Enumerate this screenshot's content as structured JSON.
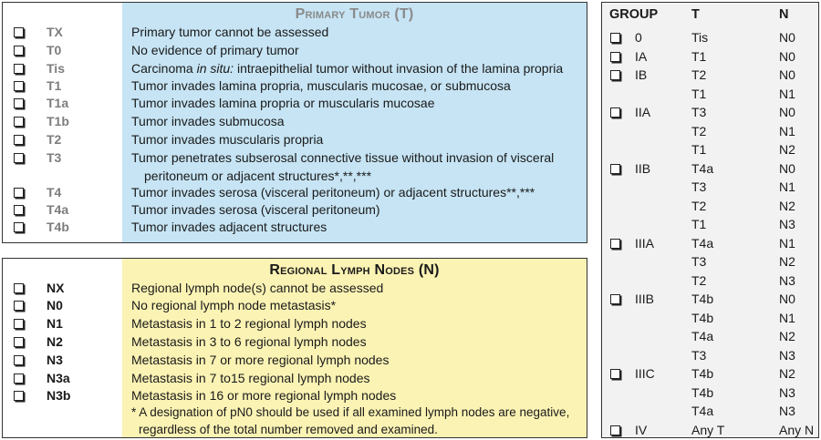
{
  "primary_tumor": {
    "title": "Primary Tumor (T)",
    "rows": [
      {
        "code": "TX",
        "desc": "Primary tumor cannot be assessed"
      },
      {
        "code": "T0",
        "desc": "No evidence of primary tumor"
      },
      {
        "code": "Tis",
        "desc_prefix": "Carcinoma ",
        "desc_em": "in situ:",
        "desc_suffix": " intraepithelial tumor without invasion of the lamina propria"
      },
      {
        "code": "T1",
        "desc": "Tumor invades lamina propria, muscularis mucosae, or submucosa"
      },
      {
        "code": "T1a",
        "desc": "Tumor invades lamina propria or muscularis mucosae"
      },
      {
        "code": "T1b",
        "desc": "Tumor invades submucosa"
      },
      {
        "code": "T2",
        "desc": "Tumor invades muscularis propria"
      },
      {
        "code": "T3",
        "desc": "Tumor penetrates subserosal connective tissue without invasion of visceral",
        "desc2": "peritoneum or adjacent structures*,**,***"
      },
      {
        "code": "T4",
        "desc": "Tumor invades serosa (visceral peritoneum) or adjacent structures**,***"
      },
      {
        "code": "T4a",
        "desc": "Tumor invades serosa (visceral peritoneum)"
      },
      {
        "code": "T4b",
        "desc": "Tumor invades adjacent structures"
      }
    ]
  },
  "regional_nodes": {
    "title": "Regional Lymph Nodes (N)",
    "rows": [
      {
        "code": "NX",
        "desc": "Regional lymph node(s) cannot be assessed"
      },
      {
        "code": "N0",
        "desc": "No regional lymph node metastasis*"
      },
      {
        "code": "N1",
        "desc": "Metastasis in 1 to 2 regional lymph nodes"
      },
      {
        "code": "N2",
        "desc": "Metastasis in 3 to 6 regional lymph nodes"
      },
      {
        "code": "N3",
        "desc": "Metastasis in 7 or more regional lymph nodes"
      },
      {
        "code": "N3a",
        "desc": "Metastasis in 7 to15 regional lymph nodes"
      },
      {
        "code": "N3b",
        "desc": "Metastasis in 16 or more regional lymph nodes"
      }
    ],
    "footnote": "* A designation of pN0 should be used if all examined lymph nodes are negative,",
    "footnote2": "regardless of the total number removed and examined."
  },
  "stage_groups": {
    "headers": {
      "group": "GROUP",
      "t": "T",
      "n": "N"
    },
    "rows": [
      {
        "group": "0",
        "t": "Tis",
        "n": "N0",
        "checkbox": true
      },
      {
        "group": "IA",
        "t": "T1",
        "n": "N0",
        "checkbox": true
      },
      {
        "group": "IB",
        "t": "T2",
        "n": "N0",
        "checkbox": true
      },
      {
        "group": "",
        "t": "T1",
        "n": "N1",
        "checkbox": false
      },
      {
        "group": "IIA",
        "t": "T3",
        "n": "N0",
        "checkbox": true
      },
      {
        "group": "",
        "t": "T2",
        "n": "N1",
        "checkbox": false
      },
      {
        "group": "",
        "t": "T1",
        "n": "N2",
        "checkbox": false
      },
      {
        "group": "IIB",
        "t": "T4a",
        "n": "N0",
        "checkbox": true
      },
      {
        "group": "",
        "t": "T3",
        "n": "N1",
        "checkbox": false
      },
      {
        "group": "",
        "t": "T2",
        "n": "N2",
        "checkbox": false
      },
      {
        "group": "",
        "t": "T1",
        "n": "N3",
        "checkbox": false
      },
      {
        "group": "IIIA",
        "t": "T4a",
        "n": "N1",
        "checkbox": true
      },
      {
        "group": "",
        "t": "T3",
        "n": "N2",
        "checkbox": false
      },
      {
        "group": "",
        "t": "T2",
        "n": "N3",
        "checkbox": false
      },
      {
        "group": "IIIB",
        "t": "T4b",
        "n": "N0",
        "checkbox": true
      },
      {
        "group": "",
        "t": "T4b",
        "n": "N1",
        "checkbox": false
      },
      {
        "group": "",
        "t": "T4a",
        "n": "N2",
        "checkbox": false
      },
      {
        "group": "",
        "t": "T3",
        "n": "N3",
        "checkbox": false
      },
      {
        "group": "IIIC",
        "t": "T4b",
        "n": "N2",
        "checkbox": true
      },
      {
        "group": "",
        "t": "T4b",
        "n": "N3",
        "checkbox": false
      },
      {
        "group": "",
        "t": "T4a",
        "n": "N3",
        "checkbox": false
      },
      {
        "group": "IV",
        "t": "Any T",
        "n": "Any N",
        "checkbox": true
      }
    ]
  },
  "colors": {
    "tumor_fill": "#c6e4f4",
    "nodes_fill": "#fbf3b4",
    "group_fill": "#f2f2f2"
  }
}
